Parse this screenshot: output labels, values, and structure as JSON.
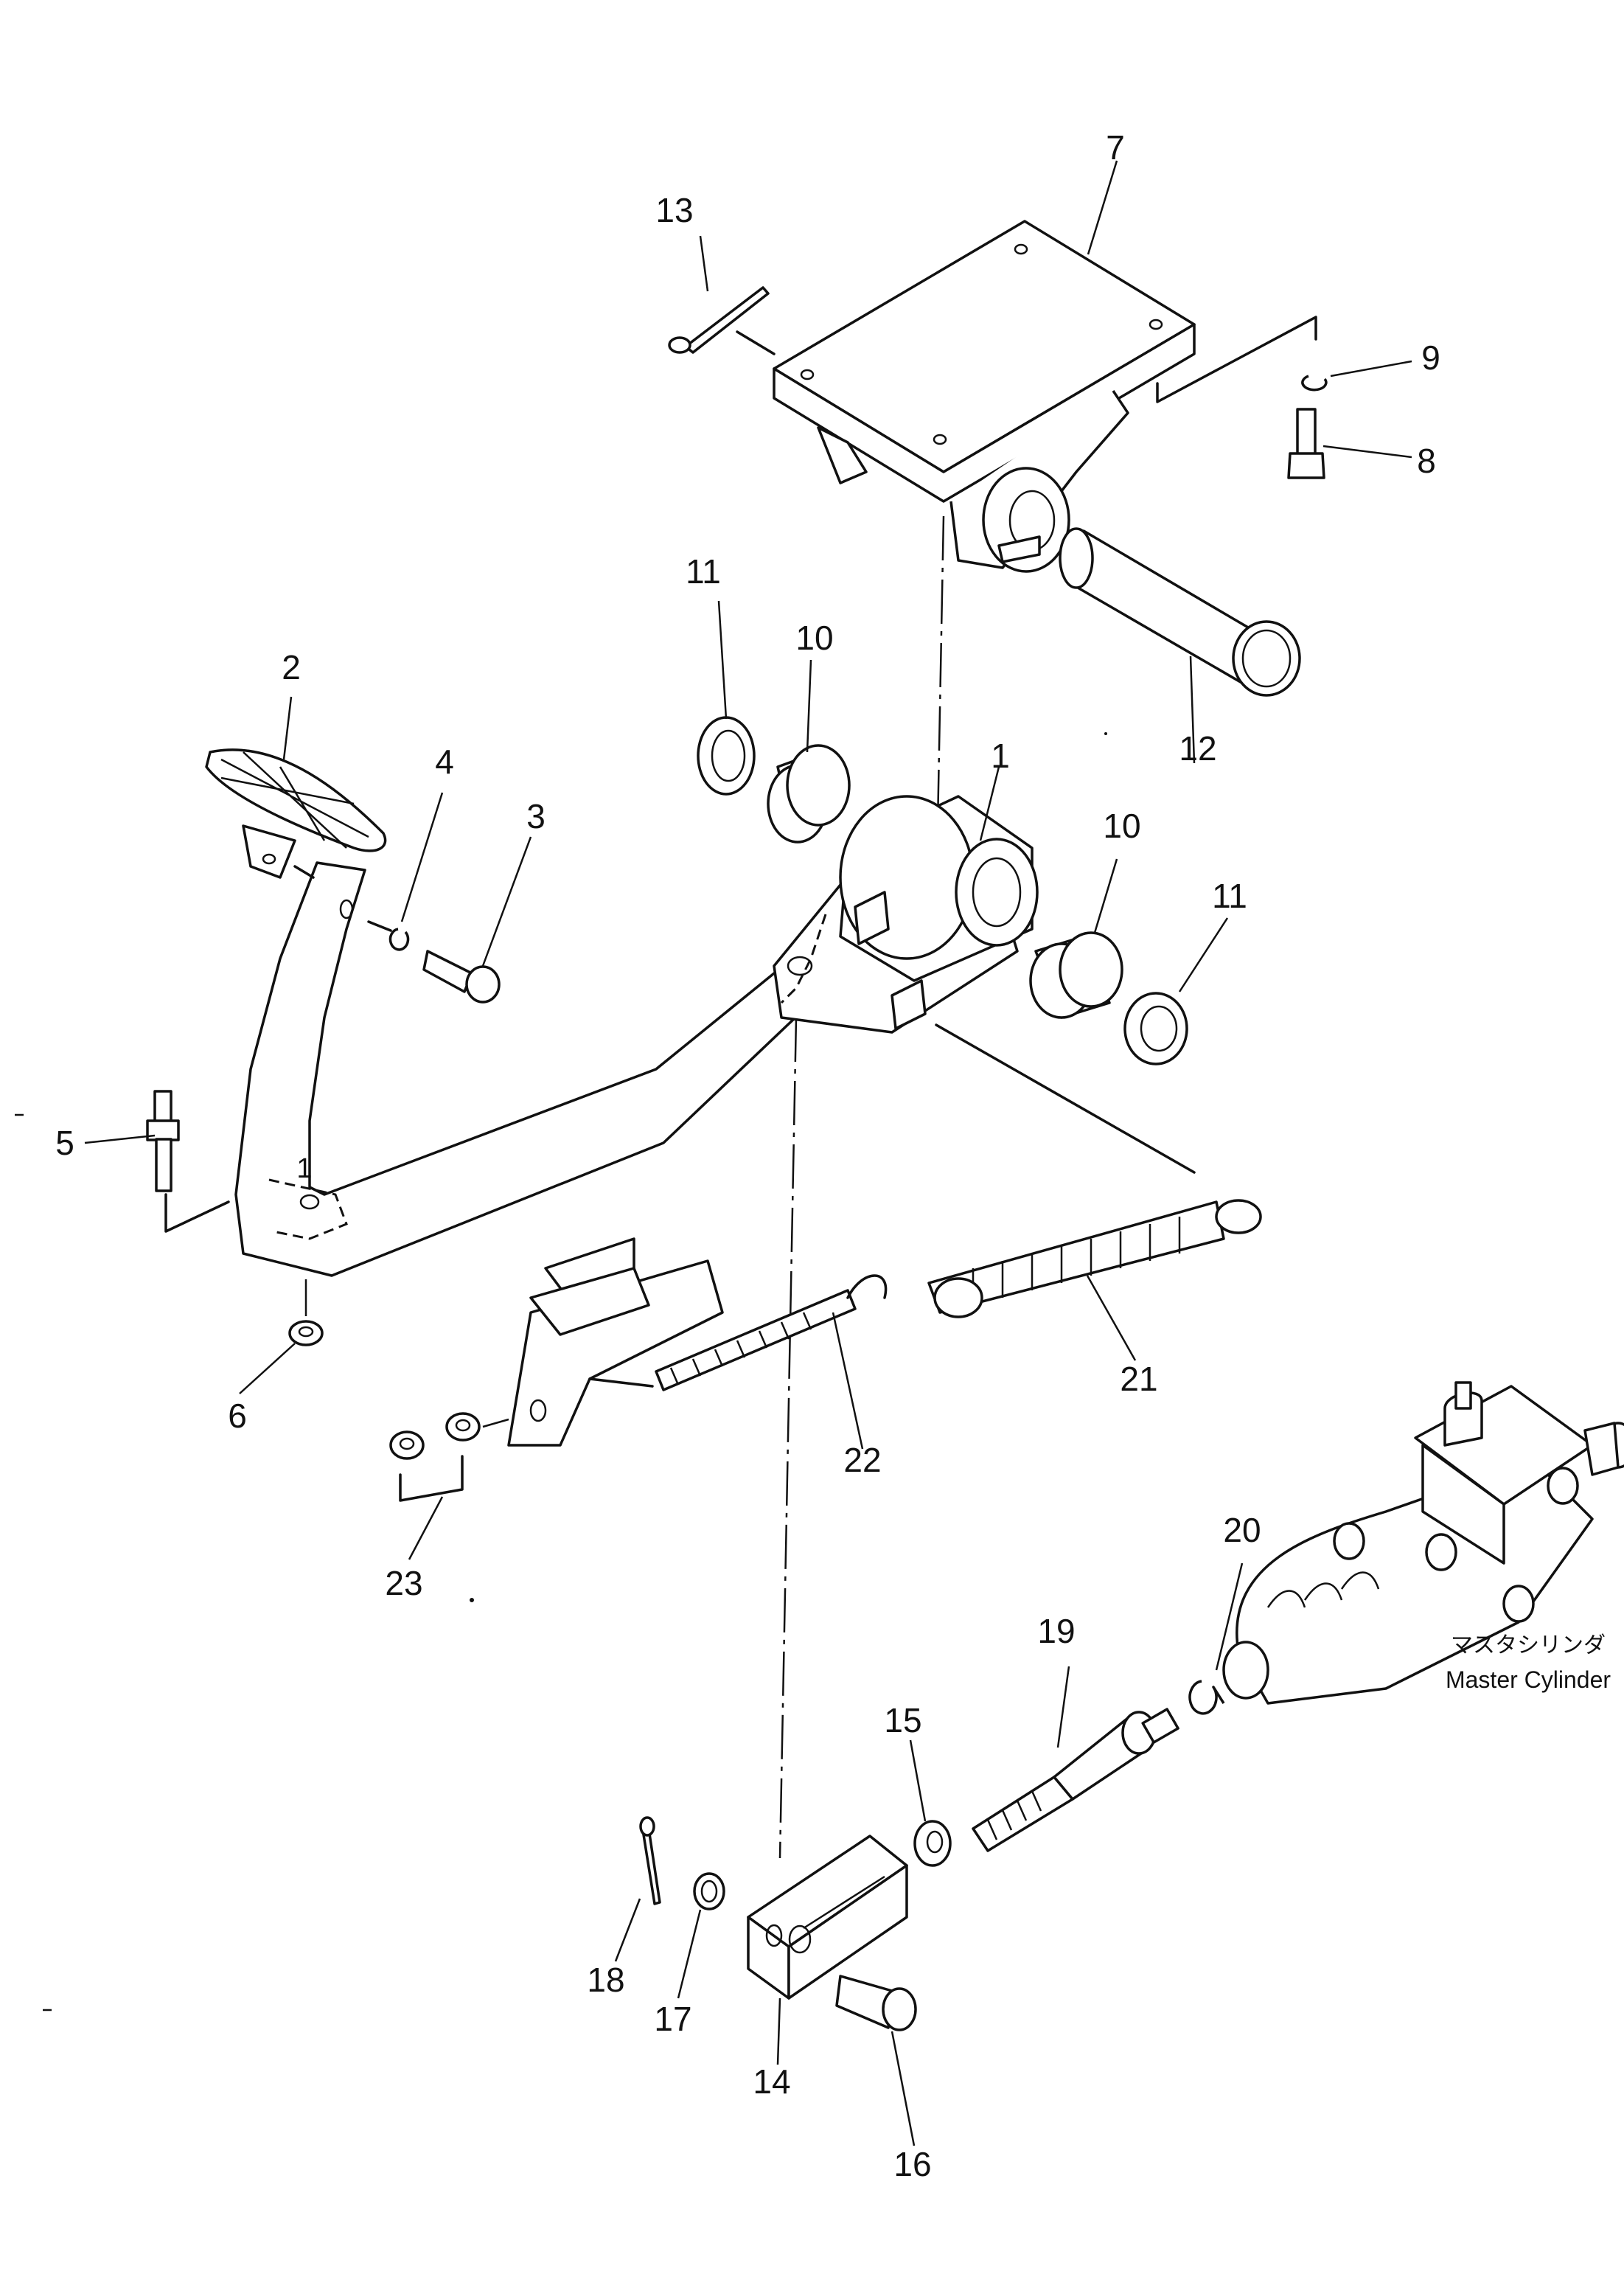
{
  "labels": {
    "p1": "1",
    "p1b": "1",
    "p2": "2",
    "p3": "3",
    "p4": "4",
    "p5": "5",
    "p6": "6",
    "p7": "7",
    "p8": "8",
    "p9": "9",
    "p10a": "10",
    "p10b": "10",
    "p11a": "11",
    "p11b": "11",
    "p12": "12",
    "p13": "13",
    "p14": "14",
    "p15": "15",
    "p16": "16",
    "p17": "17",
    "p18": "18",
    "p19": "19",
    "p20": "20",
    "p21": "21",
    "p22": "22",
    "p23": "23"
  },
  "master_cylinder": {
    "label_jp": "マスタシリンダ",
    "label_en": "Master Cylinder"
  }
}
